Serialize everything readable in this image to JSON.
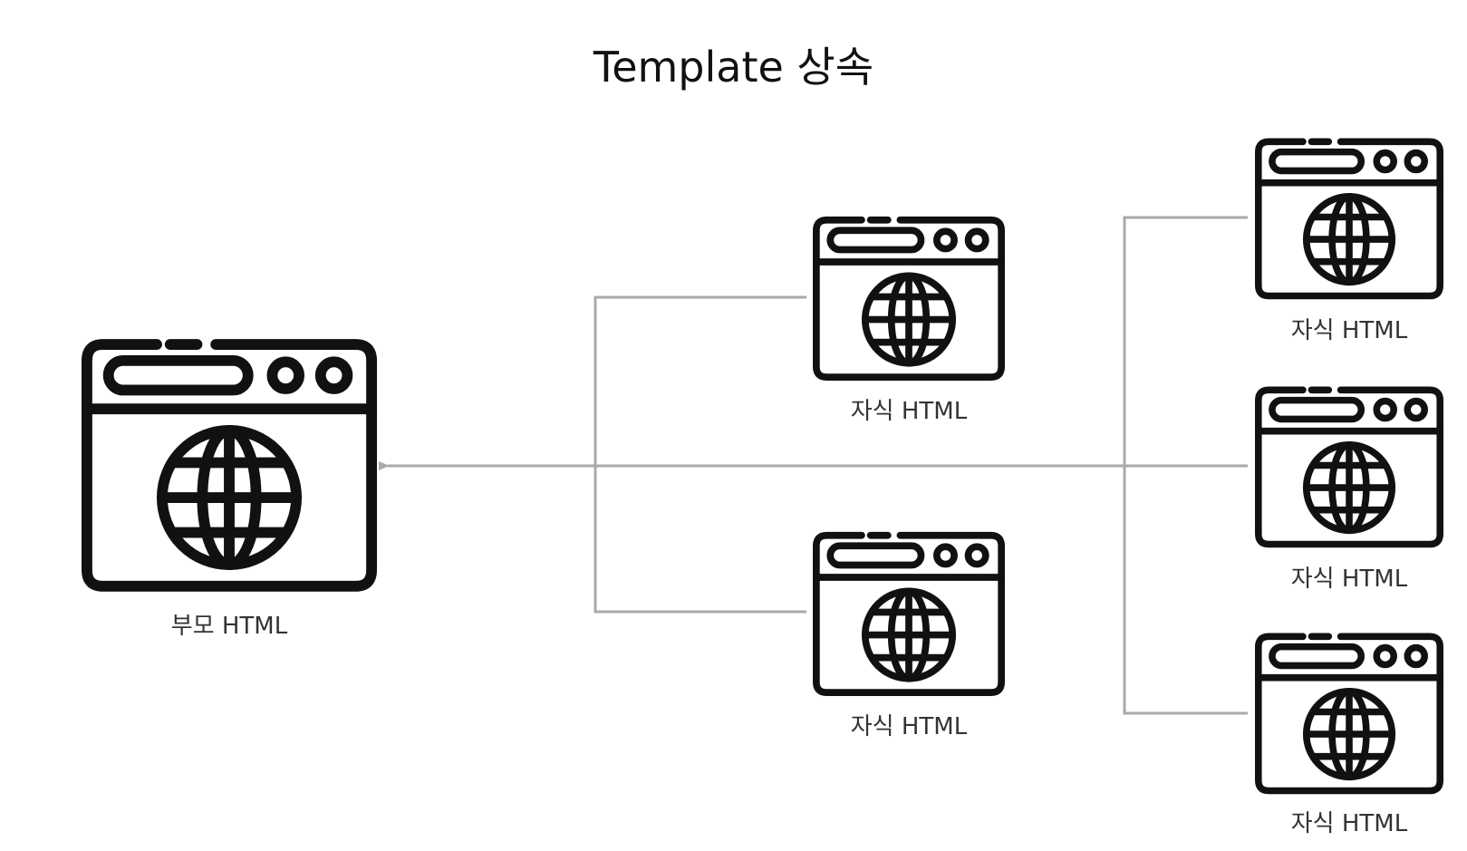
{
  "title": "Template 상속",
  "colors": {
    "icon_stroke": "#111111",
    "connector": "#aaaaaa",
    "background": "#ffffff"
  },
  "nodes": [
    {
      "icon": "browser-globe-icon",
      "label": "부모 HTML"
    },
    {
      "icon": "browser-globe-icon",
      "label": "자식 HTML"
    },
    {
      "icon": "browser-globe-icon",
      "label": "자식 HTML"
    },
    {
      "icon": "browser-globe-icon",
      "label": "자식 HTML"
    },
    {
      "icon": "browser-globe-icon",
      "label": "자식 HTML"
    },
    {
      "icon": "browser-globe-icon",
      "label": "자식 HTML"
    }
  ]
}
